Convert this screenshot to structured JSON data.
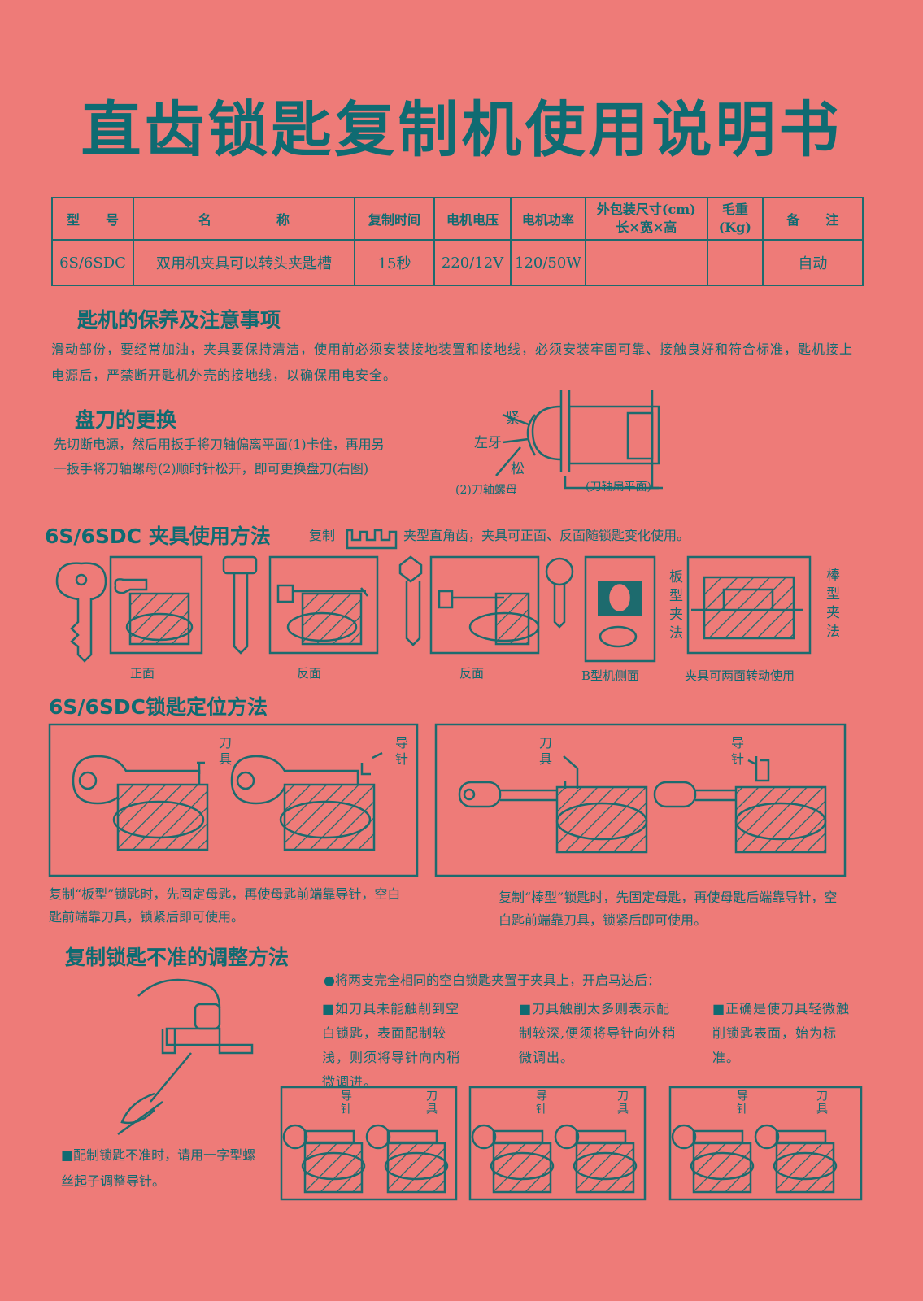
{
  "title": "直齿锁匙复制机使用说明书",
  "table": {
    "headers": [
      "型　　号",
      "名　　　　　称",
      "复制时间",
      "电机电压",
      "电机功率",
      "外包装尺寸(cm)",
      "长×宽×高",
      "毛重",
      "(Kg)",
      "备　　注"
    ],
    "row": [
      "6S/6SDC",
      "双用机夹具可以转头夹匙槽",
      "15秒",
      "220/12V",
      "120/50W",
      "",
      "",
      "自动"
    ]
  },
  "maintenance": {
    "heading": "匙机的保养及注意事项",
    "text": "滑动部份，要经常加油，夹具要保持清洁，使用前必须安装接地装置和接地线，必须安装牢固可靠、接触良好和符合标准，匙机接上电源后，严禁断开匙机外壳的接地线，以确保用电安全。"
  },
  "blade": {
    "heading": "盘刀的更换",
    "text": "先切断电源，然后用扳手将刀轴偏离平面(1)卡住，再用另一扳手将刀轴螺母(2)顺时针松开，即可更换盘刀(右图)",
    "labels": {
      "tight": "紧",
      "left_thread": "左牙",
      "loose": "松",
      "nut": "(2)刀轴螺母",
      "flat": "(刀轴扁平面)"
    }
  },
  "clamp": {
    "heading": "6S/6SDC 夹具使用方法",
    "note_prefix": "复制",
    "note_suffix": "夹型直角齿，夹具可正面、反面随锁匙变化使用。",
    "captions": [
      "正面",
      "反面",
      "反面",
      "B型机侧面",
      "夹具可两面转动使用"
    ],
    "side_plate": "板型夹法",
    "side_rod": "棒型夹法"
  },
  "positioning": {
    "heading": "6S/6SDC锁匙定位方法",
    "left_labels": {
      "cutter": "刀具",
      "guide": "导针"
    },
    "left_text": "复制“板型”锁匙时，先固定母匙，再使母匙前端靠导针，空白匙前端靠刀具，锁紧后即可使用。",
    "right_text": "复制“棒型”锁匙时，先固定母匙，再使母匙后端靠导针，空白匙前端靠刀具，锁紧后即可使用。"
  },
  "adjust": {
    "heading": "复制锁匙不准的调整方法",
    "intro": "●将两支完全相同的空白锁匙夹置于夹具上，开启马达后：",
    "col1": "■如刀具未能触削到空白锁匙，表面配制较浅，则须将导针向内稍微调进。",
    "col2": "■刀具触削太多则表示配制较深,便须将导针向外稍微调出。",
    "col3": "■正确是使刀具轻微触削锁匙表面，始为标准。",
    "screw_note": "■配制锁匙不准时，请用一字型螺丝起子调整导针。",
    "guide": "导针",
    "cutter": "刀具"
  }
}
